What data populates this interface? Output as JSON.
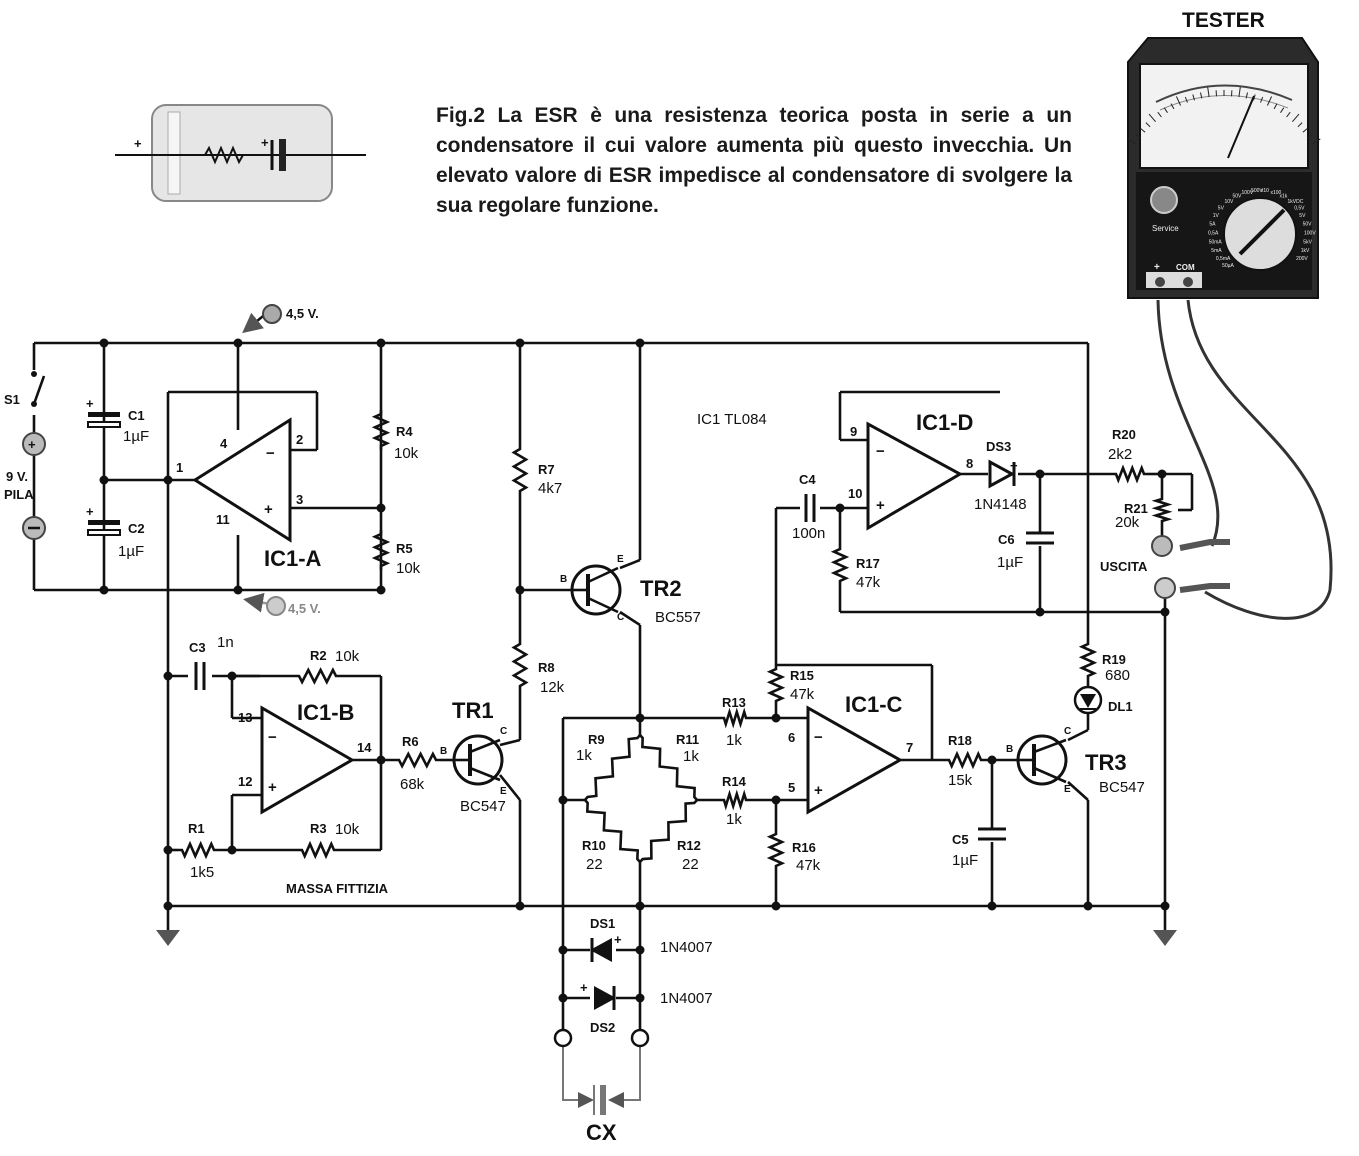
{
  "caption": "Fig.2 La ESR è una resistenza teorica posta in serie a un condensatore il cui valore aumenta più questo invecchia. Un elevato valore di ESR impedisce al condensatore di svolgere la sua regolare funzione.",
  "tester": {
    "title": "TESTER",
    "service": "Service",
    "plus": "+",
    "com": "COM",
    "range_labels": [
      "50µA",
      "0,5mA",
      "5mA",
      "50mA",
      "0,5A",
      "5A",
      "1V",
      "5V",
      "10V",
      "50V",
      "100V",
      "500V",
      "x10",
      "x100",
      "x1k",
      "1kVDC",
      "0,5V",
      "5V",
      "50V",
      "100V",
      "5kV",
      "1kV",
      "200V"
    ]
  },
  "ic": {
    "type": "IC1 TL084"
  },
  "opamps": {
    "a": {
      "name": "IC1-A",
      "pins": [
        "1",
        "2",
        "3",
        "4",
        "11"
      ]
    },
    "b": {
      "name": "IC1-B",
      "pins": [
        "13",
        "12",
        "14"
      ]
    },
    "c": {
      "name": "IC1-C",
      "pins": [
        "6",
        "5",
        "7"
      ]
    },
    "d": {
      "name": "IC1-D",
      "pins": [
        "9",
        "10",
        "8"
      ]
    }
  },
  "supply": {
    "switch": "S1",
    "battery_v": "9 V.",
    "battery_label": "PILA",
    "plus_rail": "4,5 V.",
    "minus_rail": "4,5 V.",
    "virtual_ground": "MASSA FITTIZIA"
  },
  "capacitors": [
    {
      "ref": "C1",
      "value": "1µF"
    },
    {
      "ref": "C2",
      "value": "1µF"
    },
    {
      "ref": "C3",
      "value": "1n"
    },
    {
      "ref": "C4",
      "value": "100n"
    },
    {
      "ref": "C5",
      "value": "1µF"
    },
    {
      "ref": "C6",
      "value": "1µF"
    }
  ],
  "resistors": [
    {
      "ref": "R1",
      "value": "1k5"
    },
    {
      "ref": "R2",
      "value": "10k"
    },
    {
      "ref": "R3",
      "value": "10k"
    },
    {
      "ref": "R4",
      "value": "10k"
    },
    {
      "ref": "R5",
      "value": "10k"
    },
    {
      "ref": "R6",
      "value": "68k"
    },
    {
      "ref": "R7",
      "value": "4k7"
    },
    {
      "ref": "R8",
      "value": "12k"
    },
    {
      "ref": "R9",
      "value": "1k"
    },
    {
      "ref": "R10",
      "value": "22"
    },
    {
      "ref": "R11",
      "value": "1k"
    },
    {
      "ref": "R12",
      "value": "22"
    },
    {
      "ref": "R13",
      "value": "1k"
    },
    {
      "ref": "R14",
      "value": "1k"
    },
    {
      "ref": "R15",
      "value": "47k"
    },
    {
      "ref": "R16",
      "value": "47k"
    },
    {
      "ref": "R17",
      "value": "47k"
    },
    {
      "ref": "R18",
      "value": "15k"
    },
    {
      "ref": "R19",
      "value": "680"
    },
    {
      "ref": "R20",
      "value": "2k2"
    },
    {
      "ref": "R21",
      "value": "20k"
    }
  ],
  "transistors": [
    {
      "ref": "TR1",
      "type": "BC547"
    },
    {
      "ref": "TR2",
      "type": "BC557"
    },
    {
      "ref": "TR3",
      "type": "BC547"
    }
  ],
  "terminals": {
    "b": "B",
    "c": "C",
    "e": "E"
  },
  "diodes": [
    {
      "ref": "DS1",
      "type": "1N4007"
    },
    {
      "ref": "DS2",
      "type": "1N4007"
    },
    {
      "ref": "DS3",
      "type": "1N4148"
    },
    {
      "ref": "DL1",
      "type": ""
    }
  ],
  "output": {
    "label": "USCITA"
  },
  "cx": {
    "label": "CX"
  }
}
